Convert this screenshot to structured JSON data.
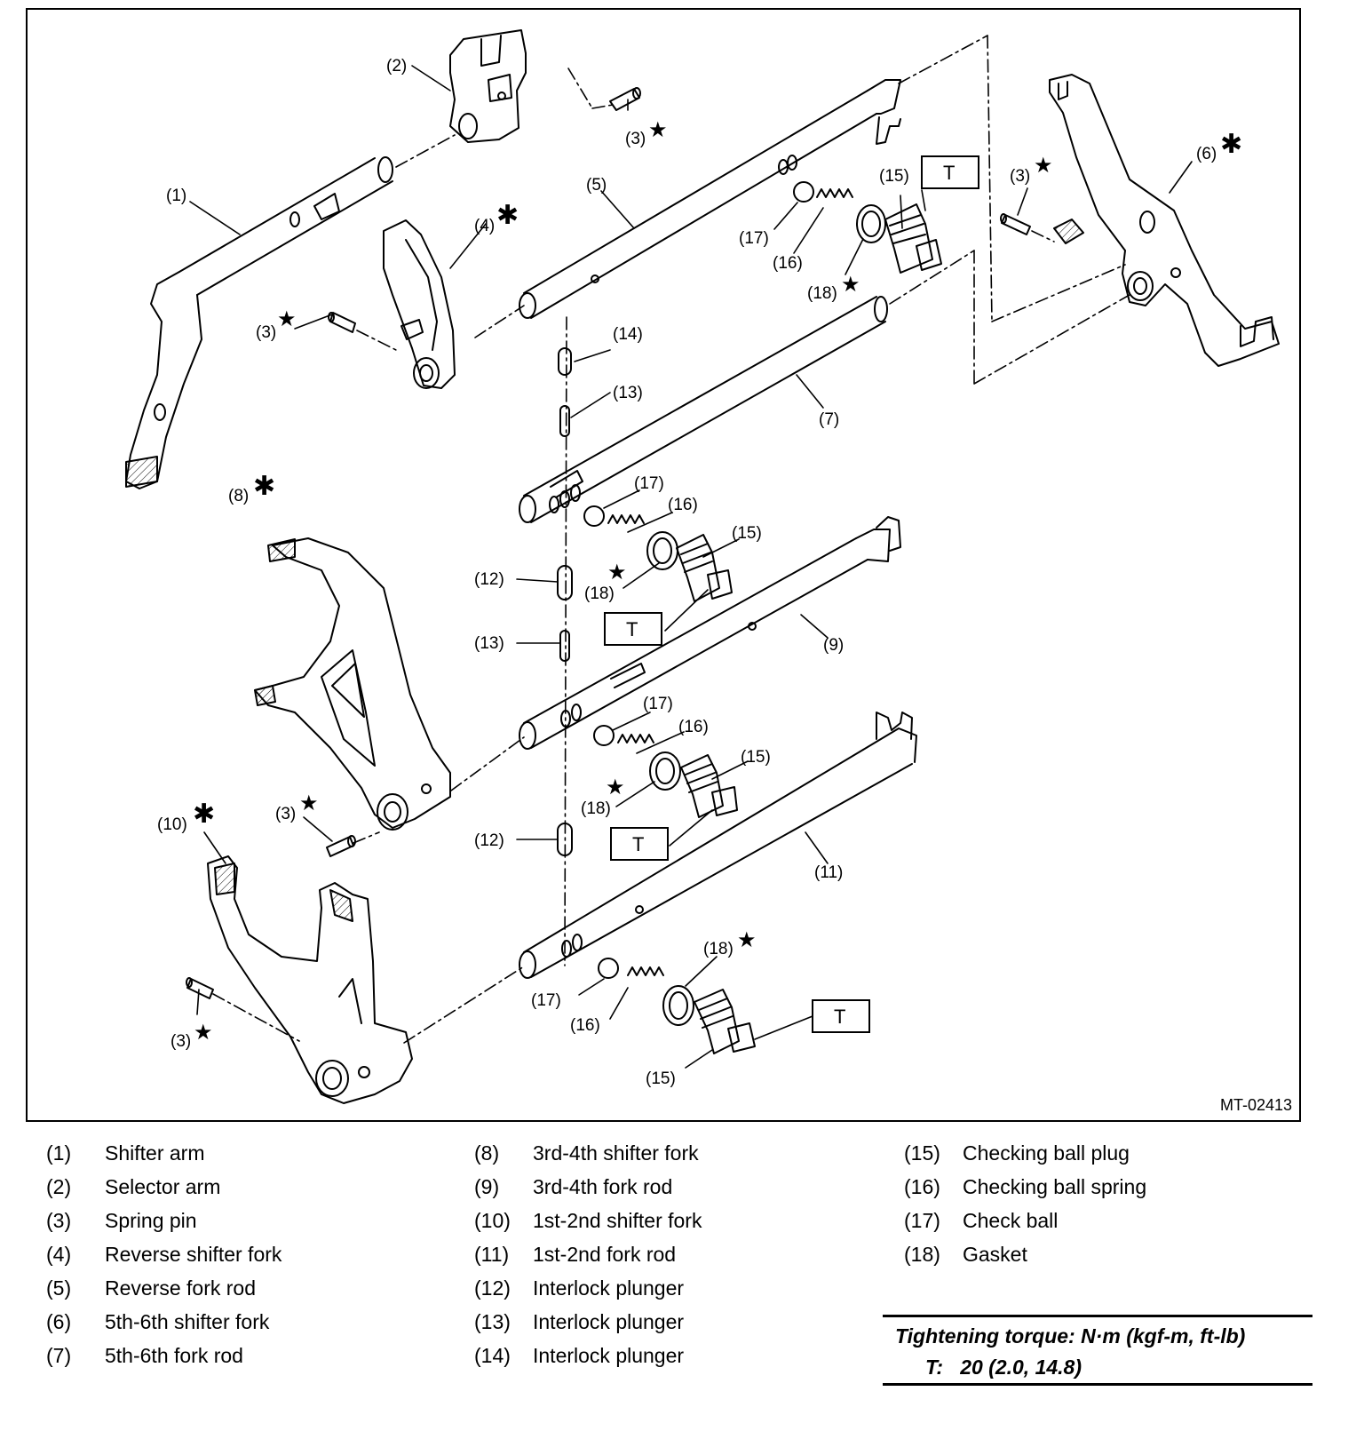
{
  "figure": {
    "code": "MT-02413",
    "callouts": {
      "c1": "(1)",
      "c2": "(2)",
      "c3": "(3)",
      "c4": "(4)",
      "c5": "(5)",
      "c6": "(6)",
      "c7": "(7)",
      "c8": "(8)",
      "c9": "(9)",
      "c10": "(10)",
      "c11": "(11)",
      "c12": "(12)",
      "c13": "(13)",
      "c14": "(14)",
      "c15": "(15)",
      "c16": "(16)",
      "c17": "(17)",
      "c18": "(18)"
    },
    "torque_box_label": "T",
    "star_mark": "★",
    "asterisk_mark": "✱"
  },
  "legend": [
    {
      "num": "(1)",
      "name": "Shifter arm"
    },
    {
      "num": "(2)",
      "name": "Selector arm"
    },
    {
      "num": "(3)",
      "name": "Spring pin"
    },
    {
      "num": "(4)",
      "name": "Reverse shifter fork"
    },
    {
      "num": "(5)",
      "name": "Reverse fork rod"
    },
    {
      "num": "(6)",
      "name": "5th-6th shifter fork"
    },
    {
      "num": "(7)",
      "name": "5th-6th fork rod"
    },
    {
      "num": "(8)",
      "name": "3rd-4th shifter fork"
    },
    {
      "num": "(9)",
      "name": "3rd-4th fork rod"
    },
    {
      "num": "(10)",
      "name": "1st-2nd shifter fork"
    },
    {
      "num": "(11)",
      "name": "1st-2nd fork rod"
    },
    {
      "num": "(12)",
      "name": "Interlock plunger"
    },
    {
      "num": "(13)",
      "name": "Interlock plunger"
    },
    {
      "num": "(14)",
      "name": "Interlock plunger"
    },
    {
      "num": "(15)",
      "name": "Checking ball plug"
    },
    {
      "num": "(16)",
      "name": "Checking ball spring"
    },
    {
      "num": "(17)",
      "name": "Check ball"
    },
    {
      "num": "(18)",
      "name": "Gasket"
    }
  ],
  "torque": {
    "heading": "Tightening torque: N·m (kgf-m, ft-lb)",
    "label": "T:",
    "value": "20 (2.0, 14.8)"
  }
}
